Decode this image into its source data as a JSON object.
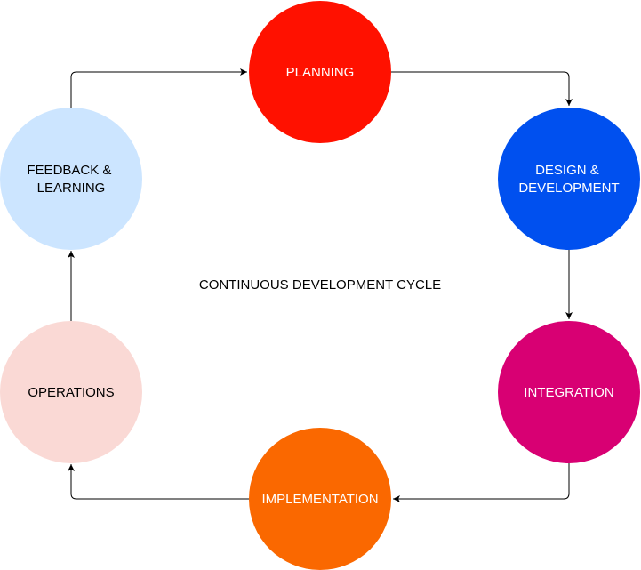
{
  "diagram": {
    "center_label": "CONTINUOUS DEVELOPMENT CYCLE",
    "nodes": [
      {
        "id": "planning",
        "lines": [
          "PLANNING"
        ],
        "fill": "#FF1100",
        "text_color": "#FFFFFF"
      },
      {
        "id": "design-development",
        "lines": [
          "DESIGN &",
          "DEVELOPMENT"
        ],
        "fill": "#0050EF",
        "text_color": "#FFFFFF"
      },
      {
        "id": "integration",
        "lines": [
          "INTEGRATION"
        ],
        "fill": "#D80073",
        "text_color": "#FFFFFF"
      },
      {
        "id": "implementation",
        "lines": [
          "IMPLEMENTATION"
        ],
        "fill": "#FA6800",
        "text_color": "#FFFFFF"
      },
      {
        "id": "operations",
        "lines": [
          "OPERATIONS"
        ],
        "fill": "#FAD9D5",
        "text_color": "#000000"
      },
      {
        "id": "feedback-learning",
        "lines": [
          "FEEDBACK &",
          "LEARNING"
        ],
        "fill": "#CCE5FF",
        "text_color": "#000000"
      }
    ],
    "edges": [
      {
        "from": "planning",
        "to": "design-development"
      },
      {
        "from": "design-development",
        "to": "integration"
      },
      {
        "from": "integration",
        "to": "implementation"
      },
      {
        "from": "implementation",
        "to": "operations"
      },
      {
        "from": "operations",
        "to": "feedback-learning"
      },
      {
        "from": "feedback-learning",
        "to": "planning"
      }
    ]
  }
}
